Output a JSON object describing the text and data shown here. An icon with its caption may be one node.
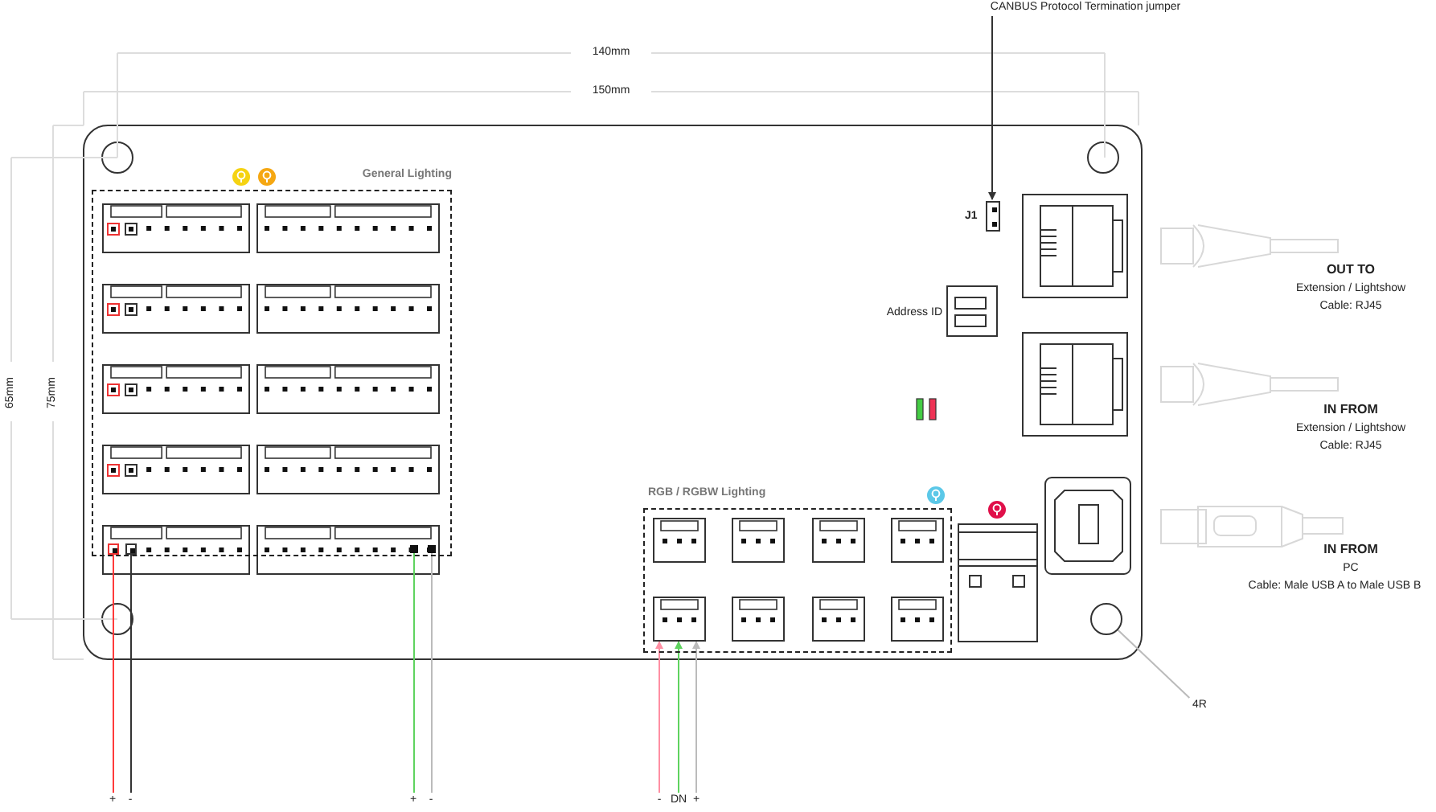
{
  "diagram": {
    "nodes": [
      {
        "text": [
          "CANBUS Protocol Termination jumper"
        ]
      },
      {
        "text": [
          "General Lighting"
        ]
      },
      {
        "text": [],
        "shape": "box",
        "in": 1
      },
      {
        "text": [],
        "shape": "box",
        "in": 1
      },
      {
        "text": [],
        "shape": "box",
        "in": 1
      },
      {
        "text": [],
        "shape": "box",
        "in": 1
      },
      {
        "text": [],
        "shape": "box",
        "beside": [
          "J1"
        ]
      },
      {
        "text": [
          "RGB / RGBW Lighting"
        ]
      },
      {
        "text": [],
        "shape": "box",
        "in": 7
      },
      {
        "text": [],
        "shape": "box",
        "in": 7
      },
      {
        "text": [],
        "shape": "box",
        "in": 7
      },
      {
        "text": [],
        "shape": "box",
        "in": 7
      },
      {
        "text": [],
        "shape": "box",
        "in": 7
      },
      {
        "text": [],
        "shape": "box",
        "in": 7
      },
      {
        "text": [],
        "shape": "box",
        "in": 7
      },
      {
        "text": [],
        "shape": "box",
        "in": 7
      },
      {
        "text": [],
        "shape": "circle"
      },
      {
        "text": [
          "4R"
        ]
      },
      {
        "text": [
          "+"
        ]
      },
      {
        "text": [
          "-"
        ]
      },
      {
        "text": [
          "+"
        ]
      },
      {
        "text": [
          "-"
        ]
      },
      {
        "text": [
          "-"
        ]
      },
      {
        "text": [
          "DN"
        ]
      },
      {
        "text": [
          "+"
        ]
      }
    ],
    "edges": [
      {
        "from": 0,
        "to": 6,
        "arrow": "to",
        "color": "#333333"
      },
      {
        "from": 17,
        "to": 16,
        "arrow": "none",
        "color": "#bbbbbb"
      },
      {
        "from": 2,
        "to": 18,
        "arrow": "none",
        "color": "#ff3b3b"
      },
      {
        "from": 3,
        "to": 19,
        "arrow": "none",
        "color": "#333333"
      },
      {
        "from": 4,
        "to": 20,
        "arrow": "none",
        "color": "#5fd35f"
      },
      {
        "from": 5,
        "to": 21,
        "arrow": "none",
        "color": "#bbbbbb"
      },
      {
        "from": 22,
        "to": 12,
        "arrow": "to",
        "color": "#ff8fa3"
      },
      {
        "from": 23,
        "to": 12,
        "arrow": "to",
        "color": "#5fd35f"
      },
      {
        "from": 24,
        "to": 12,
        "arrow": "to",
        "color": "#bbbbbb"
      }
    ],
    "labels": [
      "140mm",
      "150mm",
      "65mm",
      "75mm",
      "Address ID",
      "OUT TO",
      "Extension / Lightshow",
      "Cable: RJ45",
      "IN FROM",
      "Extension / Lightshow",
      "Cable: RJ45",
      "IN FROM",
      "PC",
      "Cable: Male USB A to Male USB B"
    ]
  }
}
